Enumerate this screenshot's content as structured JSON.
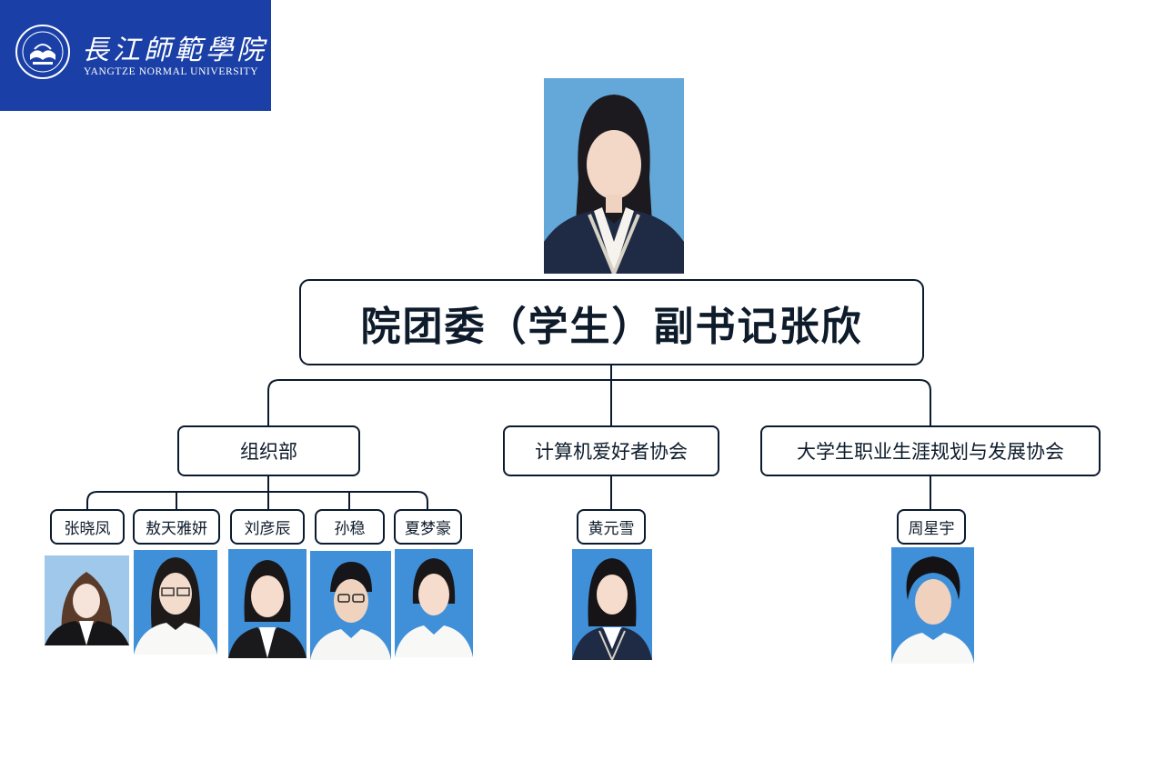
{
  "logo": {
    "name_cn": "長江師範學院",
    "name_en": "YANGTZE NORMAL UNIVERSITY",
    "brand_color": "#1a3fa6"
  },
  "root": {
    "title": "院团委（学生）副书记张欣"
  },
  "departments": [
    {
      "name": "组织部",
      "members": [
        "张晓凤",
        "敖天雅妍",
        "刘彦辰",
        "孙稳",
        "夏梦豪"
      ]
    },
    {
      "name": "计算机爱好者协会",
      "members": [
        "黄元雪"
      ]
    },
    {
      "name": "大学生职业生涯规划与发展协会",
      "members": [
        "周星宇"
      ]
    }
  ],
  "colors": {
    "line": "#0b1a2e",
    "photo_bg_light": "#8fc0e6",
    "photo_bg_blue": "#3f8fd9"
  }
}
